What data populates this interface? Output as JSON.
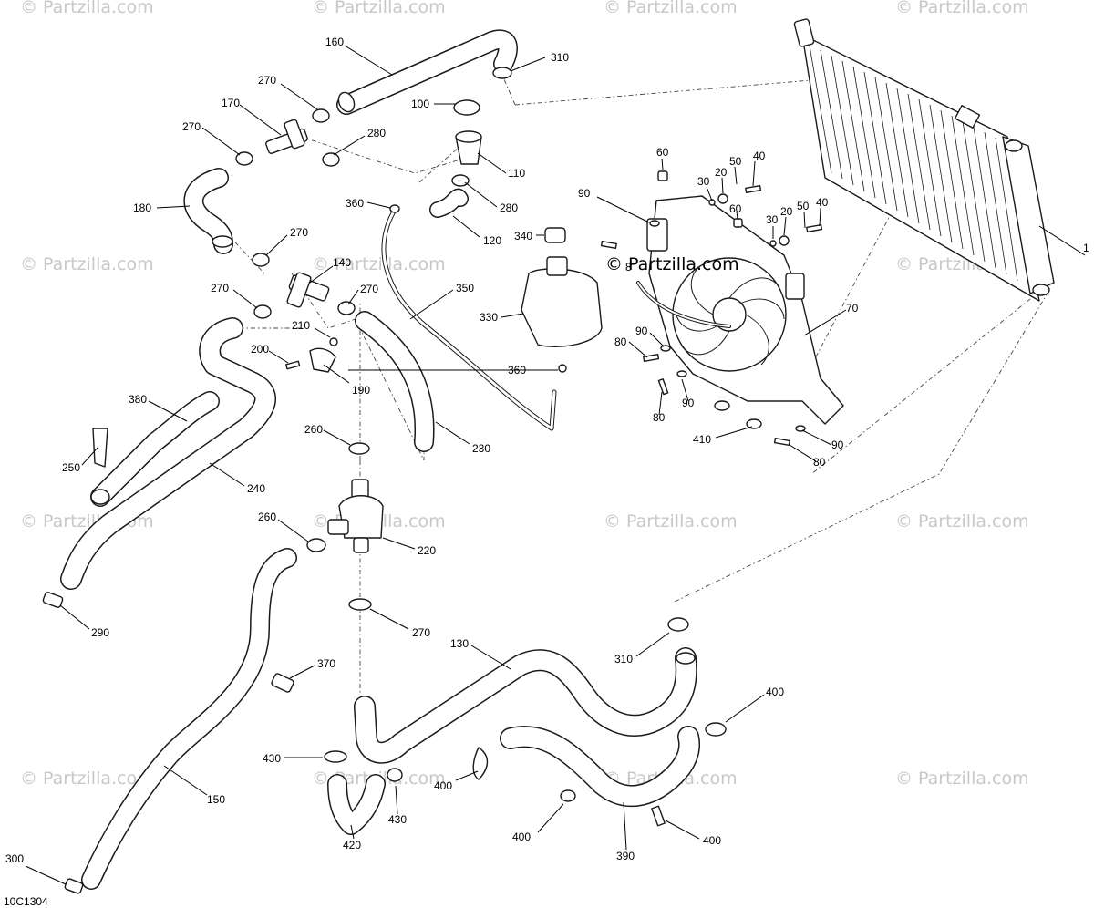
{
  "diagram_code": "10C1304",
  "watermark_text": "© Partzilla.com",
  "watermark_center_text": "© Partzilla.com",
  "part_labels": {
    "p1": "1",
    "p20a": "20",
    "p20b": "20",
    "p30a": "30",
    "p30b": "30",
    "p40a": "40",
    "p40b": "40",
    "p50a": "50",
    "p50b": "50",
    "p60a": "60",
    "p60b": "60",
    "p70": "70",
    "p80a": "8",
    "p80b": "80",
    "p80c": "80",
    "p80d": "80",
    "p90a": "90",
    "p90b": "90",
    "p90c": "90",
    "p90d": "90",
    "p100": "100",
    "p110": "110",
    "p120": "120",
    "p130": "130",
    "p140": "140",
    "p150": "150",
    "p160": "160",
    "p170": "170",
    "p180": "180",
    "p190": "190",
    "p200": "200",
    "p210": "210",
    "p220": "220",
    "p230": "230",
    "p240": "240",
    "p250": "250",
    "p260a": "260",
    "p260b": "260",
    "p270a": "270",
    "p270b": "270",
    "p270c": "270",
    "p270d": "270",
    "p270e": "270",
    "p270f": "270",
    "p280a": "280",
    "p280b": "280",
    "p290": "290",
    "p300": "300",
    "p310a": "310",
    "p310b": "310",
    "p330": "330",
    "p340": "340",
    "p350": "350",
    "p360a": "360",
    "p360b": "360",
    "p370": "370",
    "p380": "380",
    "p390": "390",
    "p400a": "400",
    "p400b": "400",
    "p400c": "400",
    "p400d": "400",
    "p410": "410",
    "p420": "420",
    "p430a": "430",
    "p430b": "430"
  }
}
